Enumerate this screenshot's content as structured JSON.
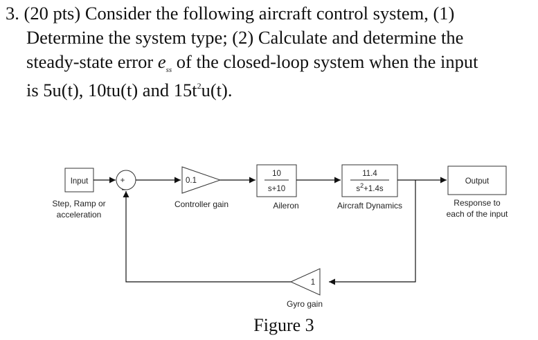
{
  "problem": {
    "line1": "3. (20 pts) Consider the following aircraft control system, (1)",
    "line2": "Determine the system type; (2) Calculate and determine the",
    "line3_before": "steady-state error ",
    "line3_e": "e",
    "line3_sub": "ss",
    "line3_after": " of the closed-loop system when the input",
    "line4_a": "is 5u(t), 10tu(t) and 15t",
    "line4_sup": "2",
    "line4_b": "u(t)."
  },
  "diagram": {
    "input_block": "Input",
    "input_caption_1": "Step, Ramp or",
    "input_caption_2": "acceleration",
    "sum_sign": "+",
    "controller_value": "0.1",
    "controller_caption": "Controller gain",
    "aileron_num": "10",
    "aileron_den": "s+10",
    "aileron_caption": "Aileron",
    "dynamics_num": "11.4",
    "dynamics_den_s": "s",
    "dynamics_den_sup": "2",
    "dynamics_den_rest": "+1.4s",
    "dynamics_caption": "Aircraft Dynamics",
    "output_block": "Output",
    "output_caption_1": "Response to",
    "output_caption_2": "each of the input",
    "gyro_value": "1",
    "gyro_caption": "Gyro gain"
  },
  "figure_caption": "Figure 3"
}
